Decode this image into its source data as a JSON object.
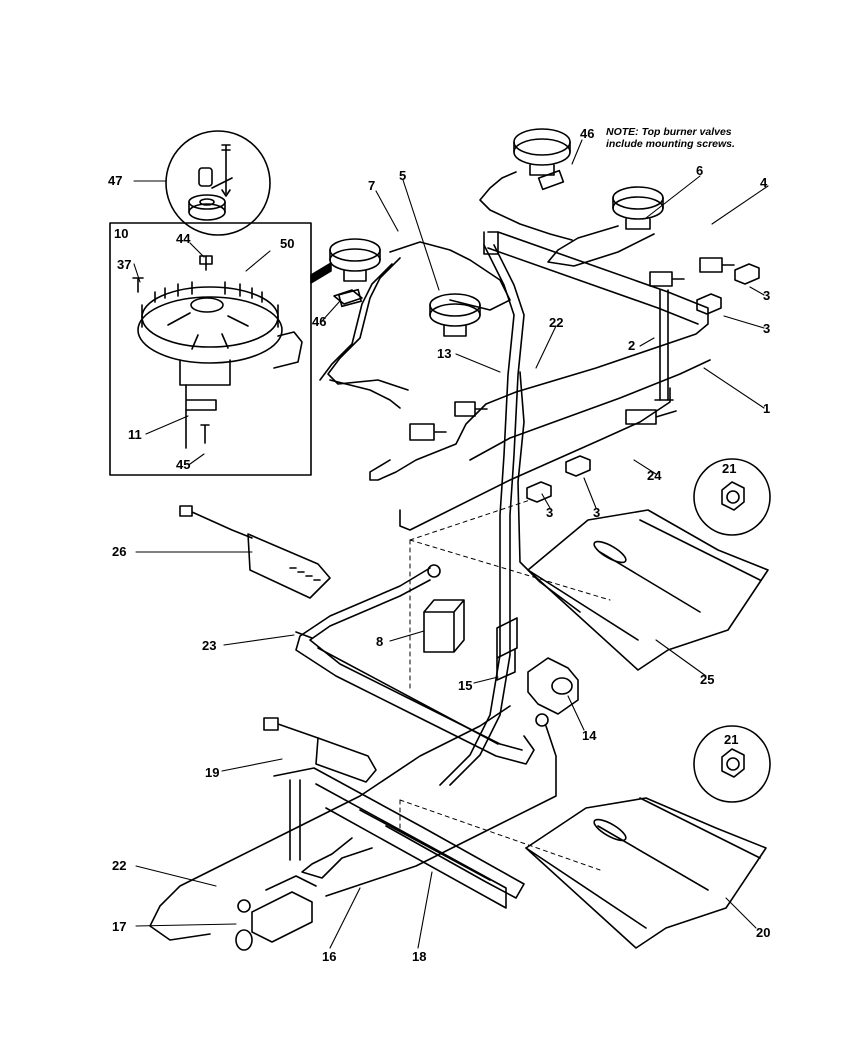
{
  "note": {
    "line1": "NOTE: Top burner valves",
    "line2": "include mounting screws."
  },
  "callouts": {
    "c1": "1",
    "c2": "2",
    "c3a": "3",
    "c3b": "3",
    "c3c": "3",
    "c3d": "3",
    "c4": "4",
    "c5": "5",
    "c6": "6",
    "c7": "7",
    "c8": "8",
    "c10": "10",
    "c11": "11",
    "c13": "13",
    "c14": "14",
    "c15": "15",
    "c16": "16",
    "c17": "17",
    "c18": "18",
    "c19": "19",
    "c20": "20",
    "c21a": "21",
    "c21b": "21",
    "c22a": "22",
    "c22b": "22",
    "c23": "23",
    "c24": "24",
    "c25": "25",
    "c26": "26",
    "c37": "37",
    "c44": "44",
    "c45": "45",
    "c46a": "46",
    "c46b": "46",
    "c47": "47",
    "c50": "50"
  }
}
